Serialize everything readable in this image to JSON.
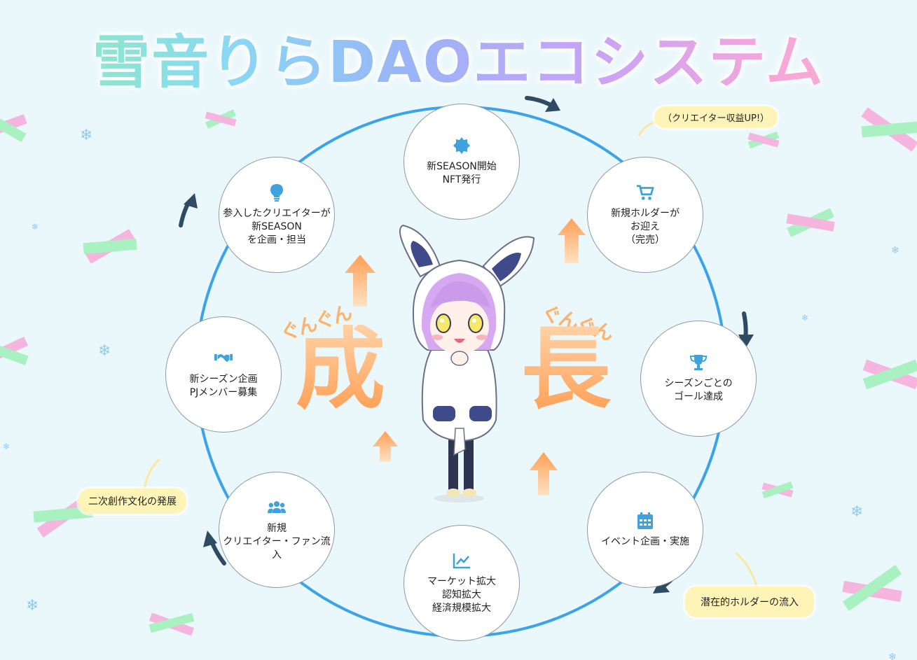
{
  "title": "雪音りらDAOエコシステム",
  "growth": {
    "left_char": "成",
    "right_char": "長",
    "ruby": "ぐんぐん"
  },
  "nodes": [
    {
      "id": "new-season",
      "icon": "badge-icon",
      "lines": [
        "新SEASON開始",
        "NFT発行"
      ]
    },
    {
      "id": "new-holder",
      "icon": "cart-icon",
      "lines": [
        "新規ホルダーが",
        "お迎え",
        "（完売）"
      ]
    },
    {
      "id": "season-goal",
      "icon": "trophy-icon",
      "lines": [
        "シーズンごとの",
        "ゴール達成"
      ]
    },
    {
      "id": "event",
      "icon": "calendar-icon",
      "lines": [
        "イベント企画・実施"
      ]
    },
    {
      "id": "market",
      "icon": "chart-line-icon",
      "lines": [
        "マーケット拡大",
        "認知拡大",
        "経済規模拡大"
      ]
    },
    {
      "id": "new-creator",
      "icon": "users-icon",
      "lines": [
        "新規",
        "クリエイター・ファン流入"
      ]
    },
    {
      "id": "new-project",
      "icon": "handshake-icon",
      "lines": [
        "新シーズン企画",
        "PJメンバー募集"
      ]
    },
    {
      "id": "creator-plan",
      "icon": "lightbulb-icon",
      "lines": [
        "参入したクリエイターが",
        "新SEASON",
        "を企画・担当"
      ]
    }
  ],
  "notes": {
    "creator_income": "（クリエイター収益UP!）",
    "derivative_culture": "二次創作文化の発展",
    "potential_holders": "潜在的ホルダーの流入"
  },
  "colors": {
    "ring": "#3ba3ea",
    "arrow": "#2f4a63",
    "icon": "#3ea3dc",
    "growth_arrow": "#ffb06a",
    "note_bg": "#fff4b8"
  }
}
